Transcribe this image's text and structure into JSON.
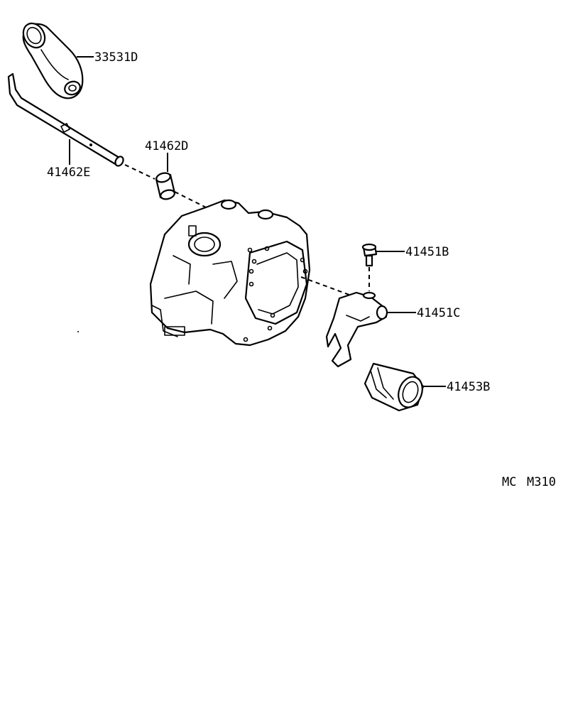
{
  "parts": {
    "boot": "33531D",
    "shift_rod": "41462E",
    "rod_bushing": "41462D",
    "bolt": "41451B",
    "release_fork": "41451C",
    "release_bearing": "41453B"
  },
  "diagram_code": {
    "prefix": "MC",
    "number": "M310"
  }
}
